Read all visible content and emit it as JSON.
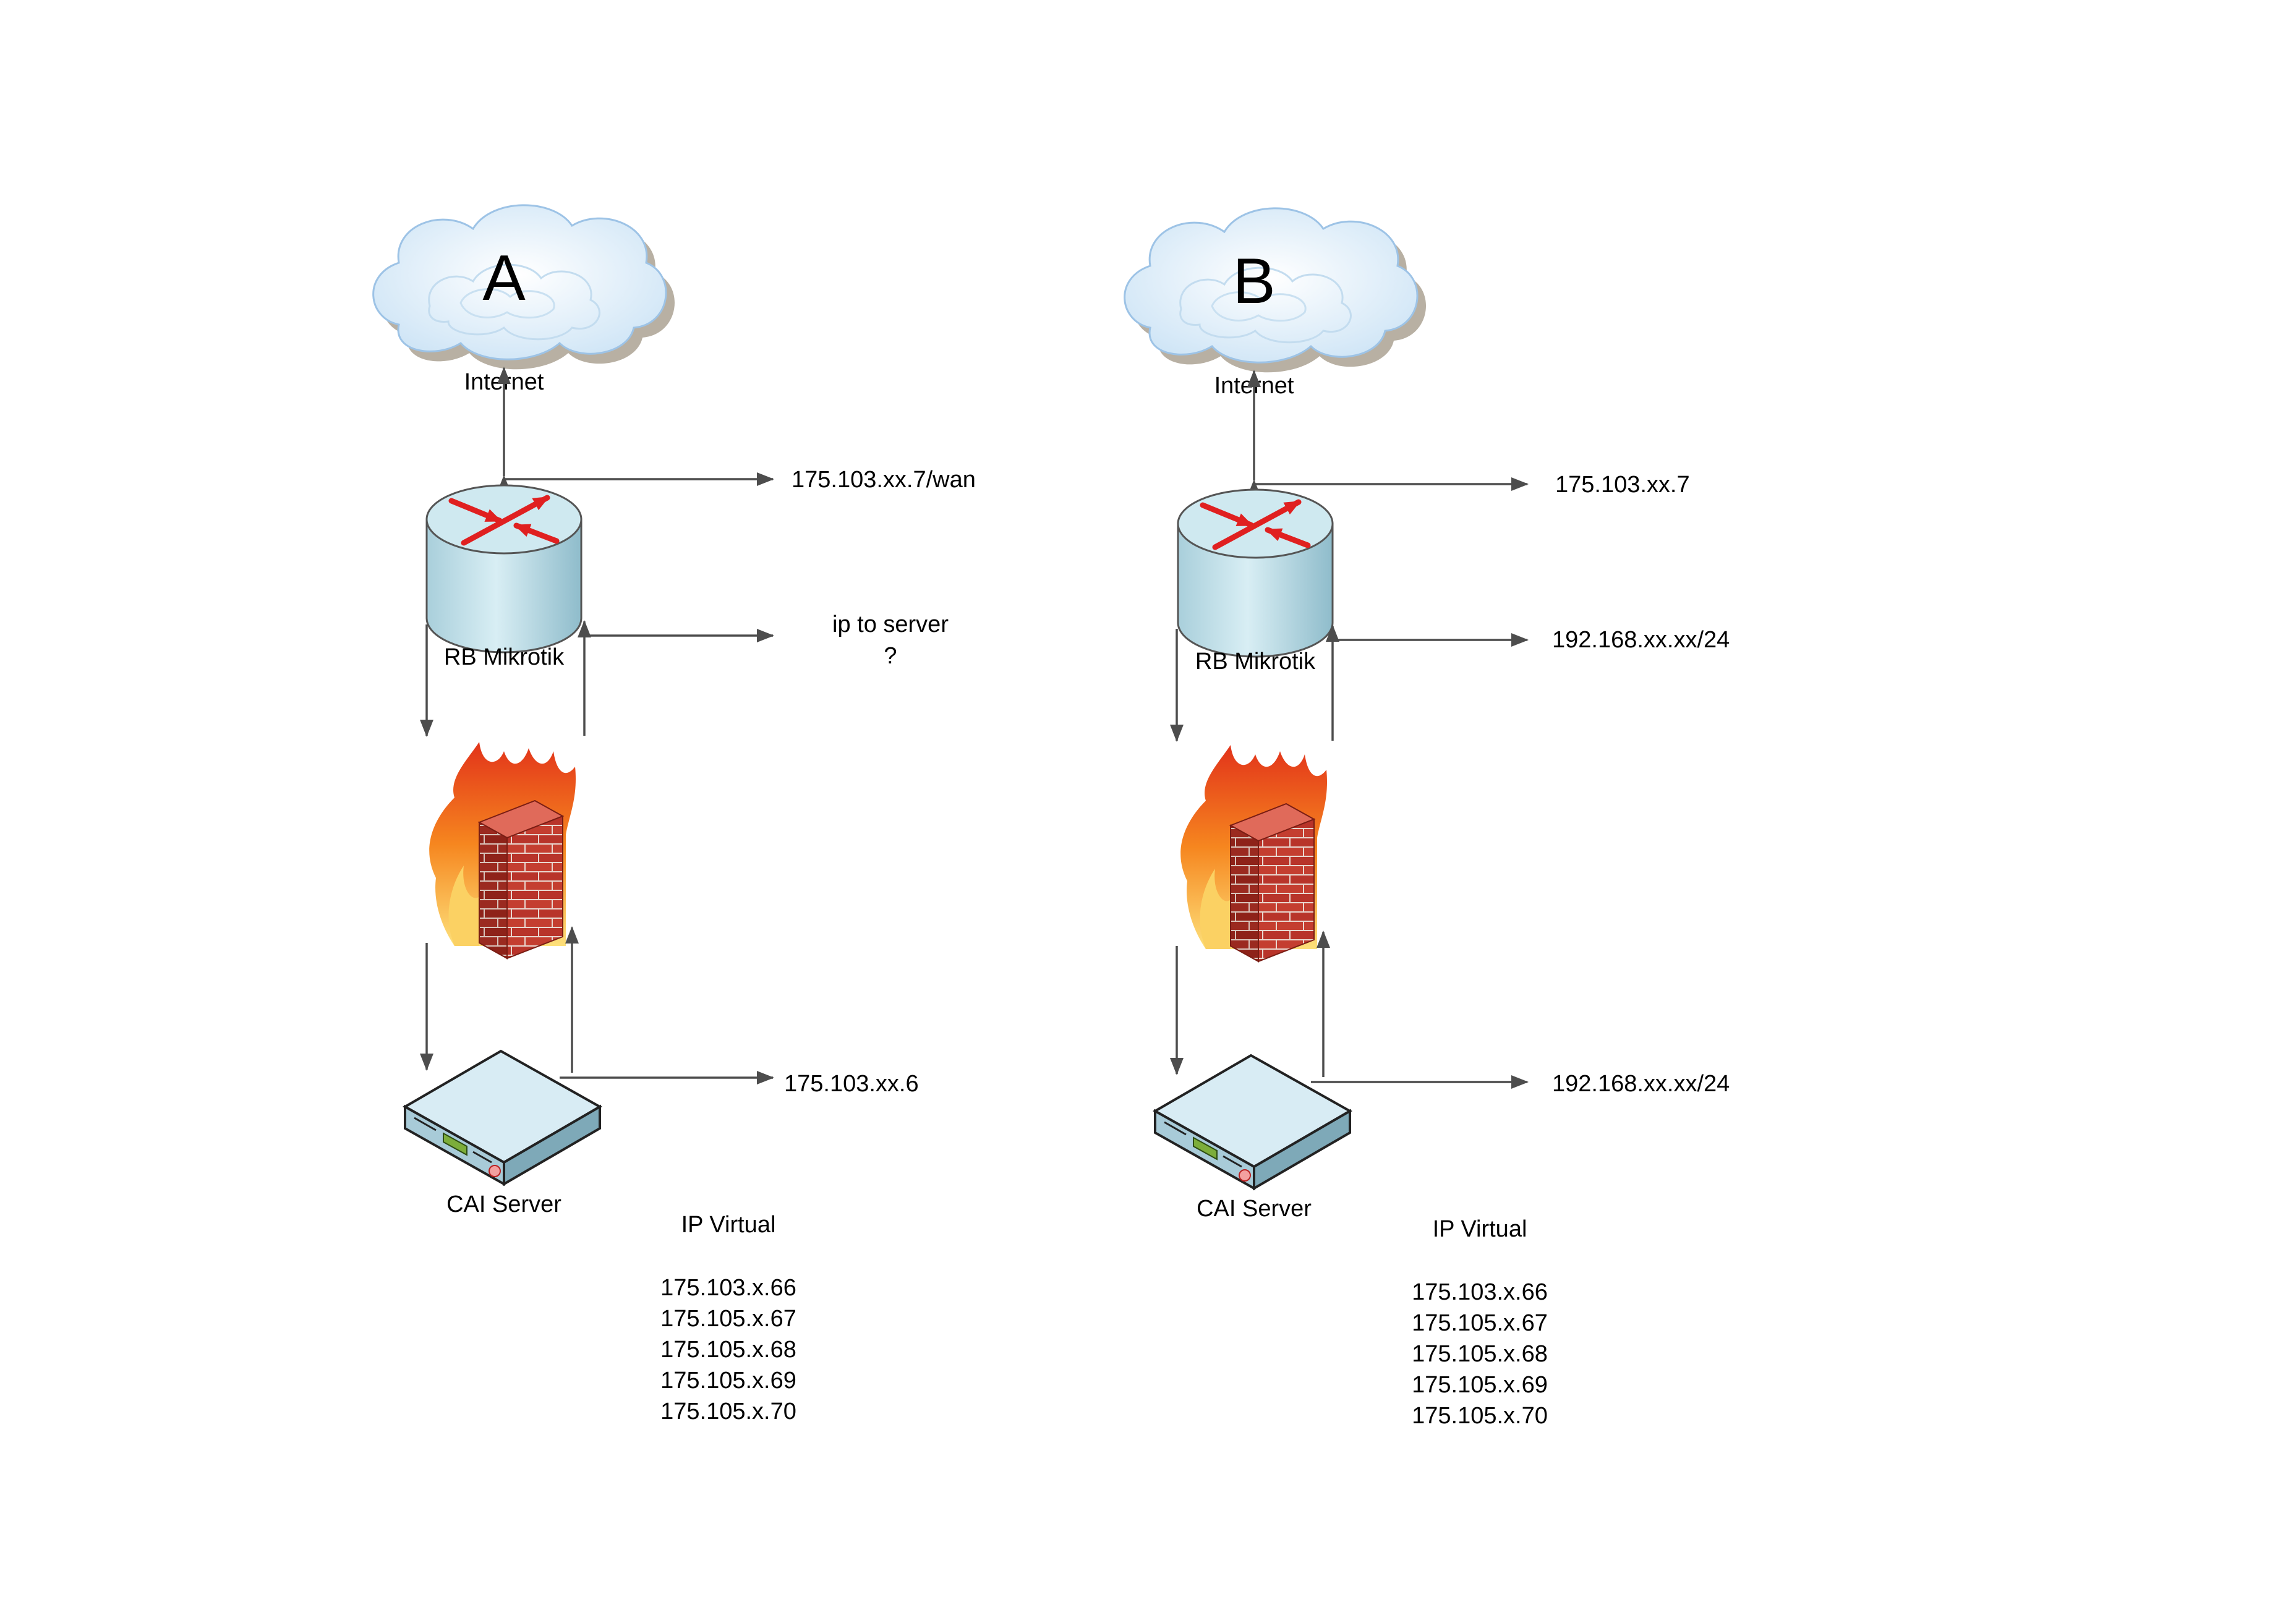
{
  "panels": [
    {
      "id": "a",
      "letter": "A",
      "internet_label": "Internet",
      "router_label": "RB Mikrotik",
      "server_label": "CAI Server",
      "router_ip_label": "175.103.xx.7/wan",
      "router_lan_label_line1": "ip to server",
      "router_lan_label_line2": "?",
      "server_ip_label": "175.103.xx.6",
      "virtual_title": "IP Virtual",
      "virtual_ips": [
        "175.103.x.66",
        "175.105.x.67",
        "175.105.x.68",
        "175.105.x.69",
        "175.105.x.70"
      ]
    },
    {
      "id": "b",
      "letter": "B",
      "internet_label": "Internet",
      "router_label": "RB Mikrotik",
      "server_label": "CAI Server",
      "router_ip_label": "175.103.xx.7",
      "router_lan_label_line1": "192.168.xx.xx/24",
      "router_lan_label_line2": "",
      "server_ip_label": "192.168.xx.xx/24",
      "virtual_title": "IP Virtual",
      "virtual_ips": [
        "175.103.x.66",
        "175.105.x.67",
        "175.105.x.68",
        "175.105.x.69",
        "175.105.x.70"
      ]
    }
  ],
  "colors": {
    "connector": "#4d4d4d",
    "cloud": "#e6f2fb",
    "router_body": "#bcdde6",
    "router_arrows": "#e02020",
    "brick": "#b8342a",
    "flame": "#f07a1a",
    "server_top": "#d8ecf4"
  }
}
